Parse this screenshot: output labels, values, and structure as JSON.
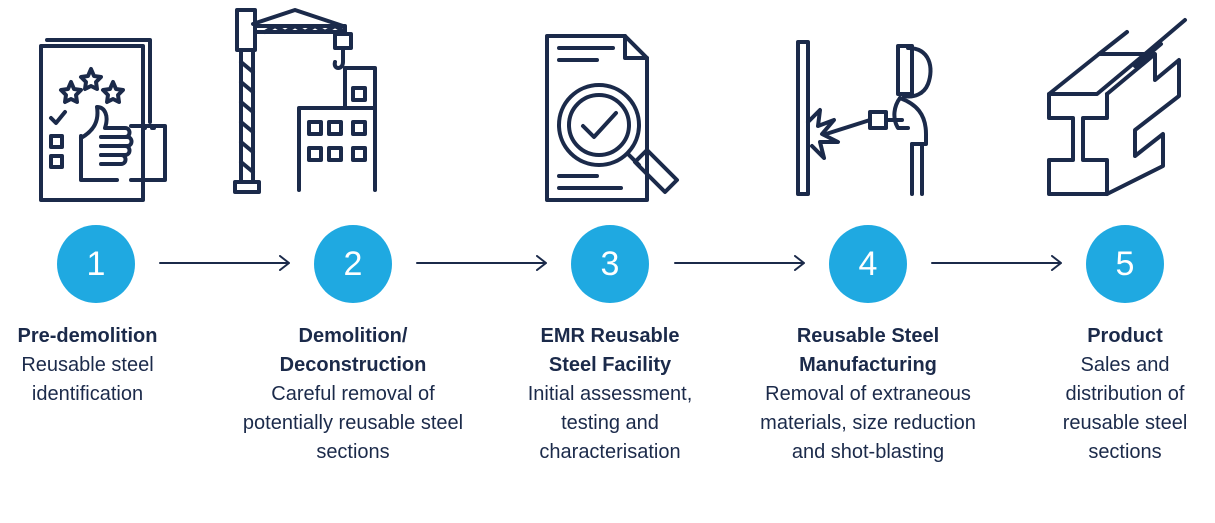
{
  "steps": [
    {
      "number": "1",
      "title": "Pre-demolition",
      "description": "Reusable steel identification",
      "icon": "checklist-thumbs-up-icon"
    },
    {
      "number": "2",
      "title": "Demolition/ Deconstruction",
      "description": "Careful removal of potentially reusable steel sections",
      "icon": "crane-building-icon"
    },
    {
      "number": "3",
      "title": "EMR Reusable Steel Facility",
      "description": "Initial assessment, testing and characterisation",
      "icon": "document-magnifier-check-icon"
    },
    {
      "number": "4",
      "title": "Reusable Steel Manufacturing",
      "description": "Removal of extraneous materials, size reduction and shot-blasting",
      "icon": "welder-icon"
    },
    {
      "number": "5",
      "title": "Product",
      "description": "Sales and distribution of reusable steel sections",
      "icon": "steel-beam-icon"
    }
  ],
  "colors": {
    "accent": "#1fa9e1",
    "ink": "#1b2a4a"
  }
}
